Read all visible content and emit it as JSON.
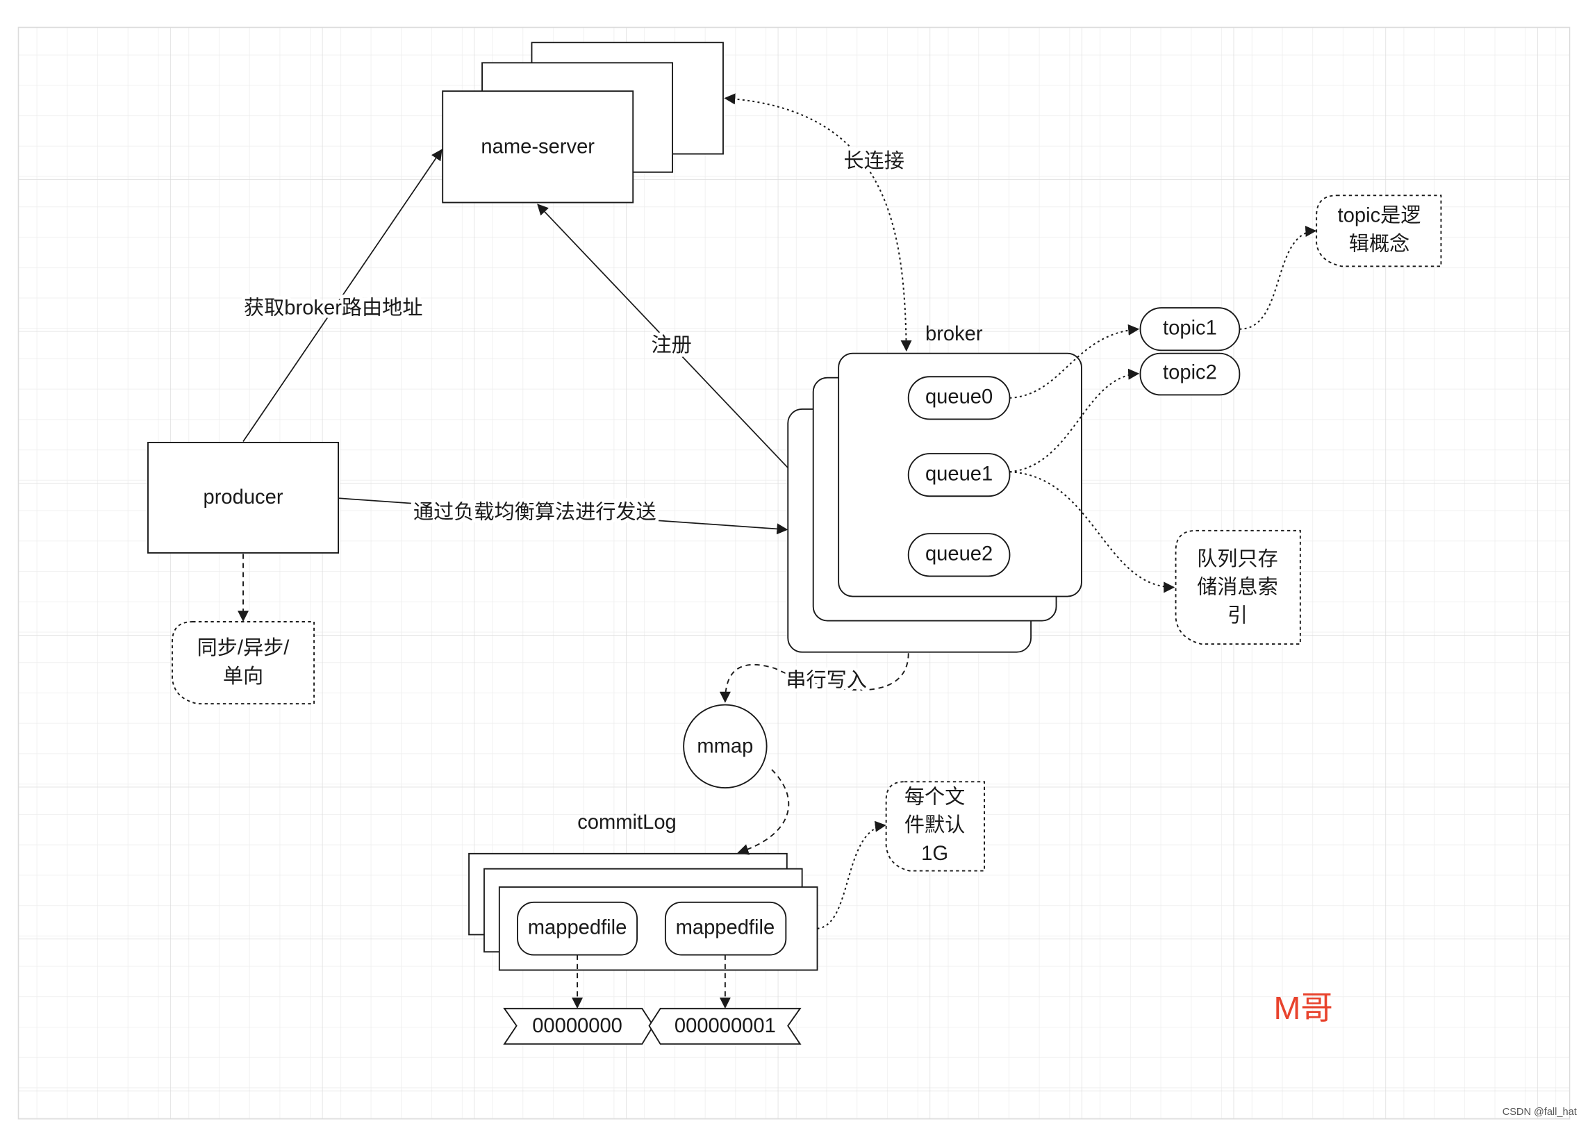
{
  "nodes": {
    "name_server": "name-server",
    "producer": "producer",
    "broker": "broker",
    "queues": [
      "queue0",
      "queue1",
      "queue2"
    ],
    "topics": [
      "topic1",
      "topic2"
    ],
    "mmap": "mmap",
    "commit_log": "commitLog",
    "mapped_files": [
      "mappedfile",
      "mappedfile"
    ],
    "files": [
      "00000000",
      "000000001"
    ]
  },
  "edges": {
    "get_route": "获取broker路由地址",
    "register": "注册",
    "long_connection": "长连接",
    "send": "通过负载均衡算法进行发送",
    "serial_write": "串行写入"
  },
  "notes": {
    "send_modes": [
      "同步/异步/",
      "单向"
    ],
    "topic_note": [
      "topic是逻",
      "辑概念"
    ],
    "queue_note": [
      "队列只存",
      "储消息索",
      "引"
    ],
    "file_note": [
      "每个文",
      "件默认",
      "1G"
    ]
  },
  "watermark": {
    "author": "M哥",
    "csdn": "CSDN @fall_hat"
  },
  "colors": {
    "line": "#1a1a1a",
    "grid_minor": "#ececec",
    "grid_major": "#dcdcdc",
    "author": "#e8432d"
  }
}
